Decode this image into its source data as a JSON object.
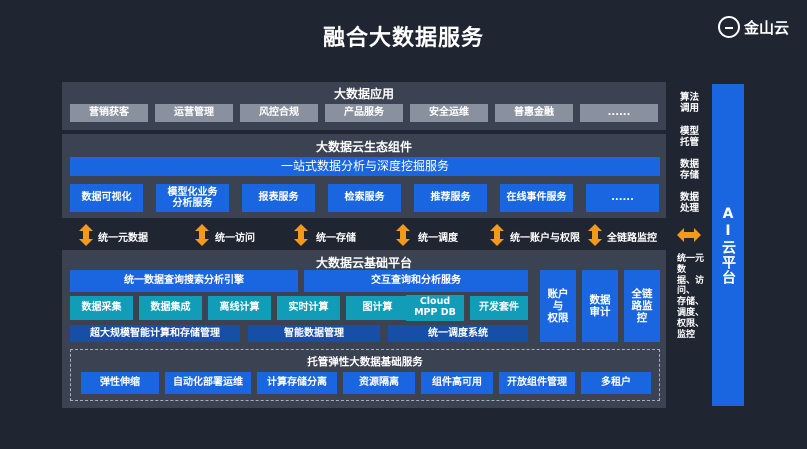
{
  "title": "融合大数据服务",
  "logo_text": "金山云",
  "app_layer": {
    "title": "大数据应用",
    "items": [
      "营销获客",
      "运营管理",
      "风控合规",
      "产品服务",
      "安全运维",
      "普惠金融",
      "......"
    ]
  },
  "eco_layer": {
    "title": "大数据云生态组件",
    "banner": "一站式数据分析与深度挖掘服务",
    "items": [
      "数据可视化",
      "模型化业务\n分析服务",
      "报表服务",
      "检索服务",
      "推荐服务",
      "在线事件服务",
      "......"
    ]
  },
  "unified": [
    "统一元数据",
    "统一访问",
    "统一存储",
    "统一调度",
    "统一账户与权限",
    "全链路监控"
  ],
  "base_layer": {
    "title": "大数据云基础平台",
    "row1": [
      "统一数据查询搜索分析引擎",
      "交互查询和分析服务"
    ],
    "row2": [
      "数据采集",
      "数据集成",
      "离线计算",
      "实时计算",
      "图计算",
      "Cloud\nMPP DB",
      "开发套件"
    ],
    "row3": [
      "超大规模智能计算和存储管理",
      "智能数据管理",
      "统一调度系统"
    ],
    "right": [
      "账户\n与\n权限",
      "数据\n审计",
      "全链\n路监\n控"
    ],
    "hosted_title": "托管弹性大数据基础服务",
    "hosted": [
      "弹性伸缩",
      "自动化部署运维",
      "计算存储分离",
      "资源隔离",
      "组件高可用",
      "开放组件管理",
      "多租户"
    ]
  },
  "side_labels": [
    "算法\n调用",
    "模型\n托管",
    "数据\n存储",
    "数据\n处理",
    "统一元数\n据、访问、\n存储、调度、\n权限、监控"
  ],
  "ai_platform": "AI云平台",
  "colors": {
    "background": "#1f2531",
    "panel": "#3b4252",
    "blue": "#1a66e0",
    "teal": "#119db8",
    "gray": "#8a919e",
    "arrow": "#f39a1c"
  }
}
